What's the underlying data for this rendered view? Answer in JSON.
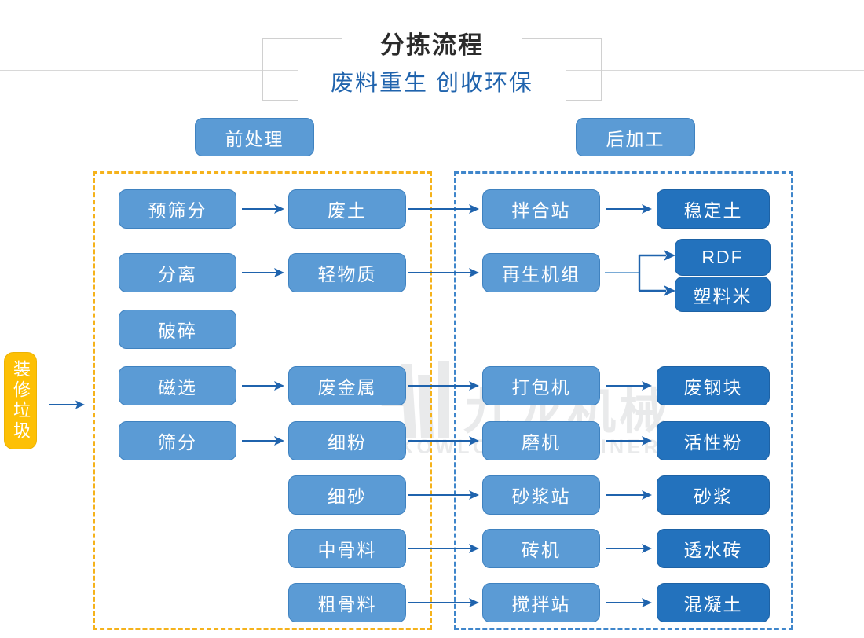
{
  "header": {
    "title": "分拣流程",
    "subtitle": "废料重生 创收环保",
    "title_color": "#2b2b2b",
    "subtitle_color": "#1f63ad"
  },
  "watermark": {
    "cn": "九龙机械",
    "en": "KOWLOONMACHINERY",
    "logo_icon": "kowloon-logo-icon",
    "color": "#b9bcc0"
  },
  "sections": [
    {
      "label": "前处理",
      "accent": "#f5b21b"
    },
    {
      "label": "后加工",
      "accent": "#3f86cb"
    }
  ],
  "source": {
    "label": "装修垃圾",
    "color": "#fdc005"
  },
  "palette": {
    "mid_blue": "#5b9bd5",
    "deep_blue": "#2372bd",
    "arrow_blue": "#1f63ad",
    "orange_dash": "#f5b21b",
    "blue_dash": "#3f86cb"
  },
  "nodes": {
    "pre_process": [
      {
        "label": "预筛分"
      },
      {
        "label": "分离"
      },
      {
        "label": "破碎"
      },
      {
        "label": "磁选"
      },
      {
        "label": "筛分"
      }
    ],
    "intermediates": [
      {
        "label": "废土"
      },
      {
        "label": "轻物质"
      },
      {
        "label": "废金属"
      },
      {
        "label": "细粉"
      },
      {
        "label": "细砂"
      },
      {
        "label": "中骨料"
      },
      {
        "label": "粗骨料"
      }
    ],
    "machines": [
      {
        "label": "拌合站"
      },
      {
        "label": "再生机组"
      },
      {
        "label": "打包机"
      },
      {
        "label": "磨机"
      },
      {
        "label": "砂浆站"
      },
      {
        "label": "砖机"
      },
      {
        "label": "搅拌站"
      }
    ],
    "products": [
      {
        "label": "稳定土"
      },
      {
        "label": "RDF"
      },
      {
        "label": "塑料米"
      },
      {
        "label": "废钢块"
      },
      {
        "label": "活性粉"
      },
      {
        "label": "砂浆"
      },
      {
        "label": "透水砖"
      },
      {
        "label": "混凝土"
      }
    ]
  },
  "chart_data": {
    "type": "diagram",
    "title": "分拣流程",
    "subtitle": "废料重生 创收环保",
    "flows": [
      {
        "from": "装修垃圾",
        "to": "前处理"
      },
      {
        "from": "预筛分",
        "to": "废土"
      },
      {
        "from": "废土",
        "to": "拌合站"
      },
      {
        "from": "拌合站",
        "to": "稳定土"
      },
      {
        "from": "分离",
        "to": "轻物质"
      },
      {
        "from": "轻物质",
        "to": "再生机组"
      },
      {
        "from": "再生机组",
        "to": "RDF"
      },
      {
        "from": "再生机组",
        "to": "塑料米"
      },
      {
        "from": "磁选",
        "to": "废金属"
      },
      {
        "from": "废金属",
        "to": "打包机"
      },
      {
        "from": "打包机",
        "to": "废钢块"
      },
      {
        "from": "筛分",
        "to": "细粉"
      },
      {
        "from": "细粉",
        "to": "磨机"
      },
      {
        "from": "磨机",
        "to": "活性粉"
      },
      {
        "from": "细砂",
        "to": "砂浆站"
      },
      {
        "from": "砂浆站",
        "to": "砂浆"
      },
      {
        "from": "中骨料",
        "to": "砖机"
      },
      {
        "from": "砖机",
        "to": "透水砖"
      },
      {
        "from": "粗骨料",
        "to": "搅拌站"
      },
      {
        "from": "搅拌站",
        "to": "混凝土"
      }
    ]
  }
}
